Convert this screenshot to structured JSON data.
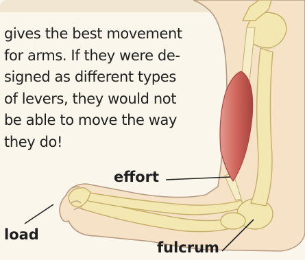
{
  "text": {
    "lines": [
      "gives the best movement",
      "for arms. If they were de-",
      "signed as different types",
      "of levers, they would not",
      "be able to move the way",
      "they do!"
    ]
  },
  "labels": {
    "effort": "effort",
    "load": "load",
    "fulcrum": "fulcrum"
  },
  "colors": {
    "skin": "#f6e2c6",
    "skin_outline": "#b49a80",
    "bone": "#f3e7b2",
    "bone_outline": "#c4ad66",
    "muscle": "#d4736a",
    "muscle_dark": "#a8433d",
    "tendon": "#f5eec8",
    "text": "#1e1e1e",
    "pointer": "#1e1e1e"
  }
}
